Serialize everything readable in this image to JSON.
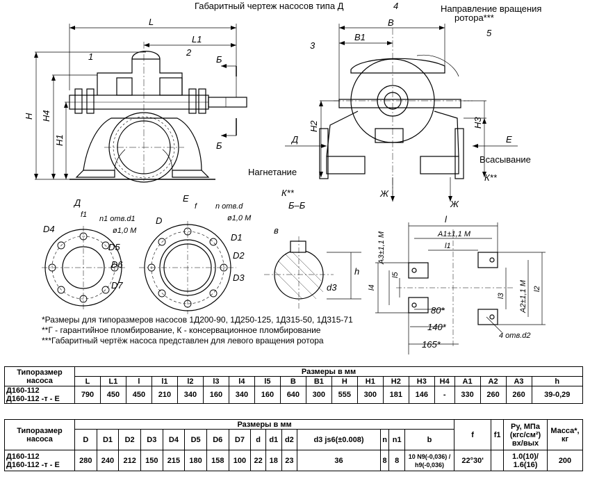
{
  "drawing": {
    "title": "Габаритный чертеж насосов типа Д",
    "rotation_label_1": "Направление вращения",
    "rotation_label_2": "ротора***",
    "nagnetanie": "Нагнетание",
    "vsasyvanie": "Всасывание",
    "section": "Б–Б",
    "k_left": "К**",
    "k_right": "К**",
    "zh_1": "Ж",
    "zh_2": "Ж",
    "e_arrow": "Е",
    "d_arrow": "Д",
    "b1": "Б",
    "b2": "Б",
    "dim_L": "L",
    "dim_L1": "L1",
    "dim_H": "H",
    "dim_H4": "H4",
    "dim_H1": "H1",
    "dim_H2": "H2",
    "dim_H3": "H3",
    "dim_B": "B",
    "dim_B1": "B1",
    "callout_1": "1",
    "callout_2": "2",
    "callout_3": "3",
    "callout_4": "4",
    "callout_5": "5",
    "view_D": "Д",
    "view_E": "Е",
    "holes_n1": "n1 отв.d1",
    "holes_n": "n отв.d",
    "tol_1": "ø1,0 M",
    "tol_2": "ø1,0 M",
    "D4": "D4",
    "D5": "D5",
    "D6": "D6",
    "D7": "D7",
    "D": "D",
    "D1": "D1",
    "D2": "D2",
    "D3": "D3",
    "f1": "f1",
    "f": "f",
    "shaft_b": "в",
    "shaft_h": "h",
    "shaft_d3": "d3",
    "base_l": "l",
    "base_A1": "A1±1,1 M",
    "base_l1": "l1",
    "base_A3": "A3±1,1 M",
    "base_l4": "l4",
    "base_l5": "l5",
    "base_l3": "l3",
    "base_A2": "A2±1,1 M",
    "base_l2": "l2",
    "dim_80": "80*",
    "dim_140": "140*",
    "dim_165": "165*",
    "holes_d2": "4 отв.d2",
    "note_1": "*Размеры для типоразмеров насосов 1Д200-90, 1Д250-125, 1Д315-50, 1Д315-71",
    "note_2": "**Г - гарантийное пломбирование, К - консервационное пломбирование",
    "note_3": "***Габаритный чертёж насоса представлен для левого вращения ротора"
  },
  "table1": {
    "col_type": "Типоразмер насоса",
    "group_header": "Размеры в мм",
    "headers": [
      "L",
      "L1",
      "l",
      "l1",
      "l2",
      "l3",
      "l4",
      "l5",
      "B",
      "B1",
      "H",
      "H1",
      "H2",
      "H3",
      "H4",
      "A1",
      "A2",
      "A3",
      "h"
    ],
    "model_1": "Д160-112",
    "model_2": "Д160-112 -т - Е",
    "values": [
      "790",
      "450",
      "450",
      "210",
      "340",
      "160",
      "340",
      "160",
      "640",
      "300",
      "555",
      "300",
      "181",
      "146",
      "-",
      "330",
      "260",
      "260",
      "39-0,29"
    ]
  },
  "table2": {
    "col_type": "Типоразмер насоса",
    "group_header": "Размеры в мм",
    "headers": [
      "D",
      "D1",
      "D2",
      "D3",
      "D4",
      "D5",
      "D6",
      "D7",
      "d",
      "d1",
      "d2",
      "d3 js6(±0.008)",
      "n",
      "n1",
      "b",
      "f",
      "f1"
    ],
    "pressure_header": "Pу, МПа (кгс/см²) вх/вых",
    "mass_header": "Масса*, кг",
    "model_1": "Д160-112",
    "model_2": "Д160-112 -т - Е",
    "values": [
      "280",
      "240",
      "212",
      "150",
      "215",
      "180",
      "158",
      "100",
      "22",
      "18",
      "23",
      "36",
      "8",
      "8",
      "10 N9(-0,036) / h9(-0,036)",
      "22°30'",
      ""
    ],
    "pressure": "1.0(10)/ 1.6(16)",
    "mass": "200"
  }
}
